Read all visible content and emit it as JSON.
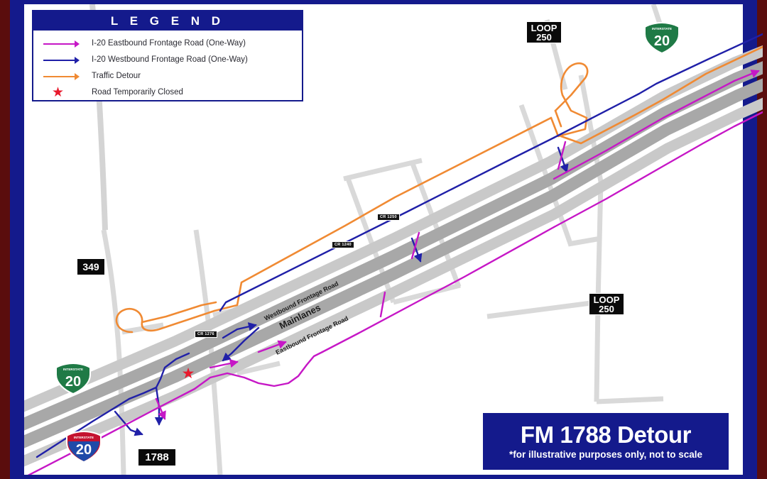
{
  "document": {
    "type": "traffic-detour-map",
    "title": "FM 1788 Detour",
    "disclaimer": "*for illustrative purposes only, not to scale"
  },
  "colors": {
    "outer_border": "#5a0d0d",
    "inner_border": "#141a8c",
    "background": "#ffffff",
    "eastbound_frontage": "#c617c6",
    "westbound_frontage": "#2020a8",
    "traffic_detour": "#f08a33",
    "road_closed_star": "#e8192c",
    "mainlane_fill": "#a8a8a8",
    "frontage_fill": "#c9c9c9",
    "local_road": "#d6d6d6"
  },
  "legend": {
    "title": "L E G E N D",
    "items": [
      {
        "label": "I-20 Eastbound Frontage Road (One-Way)",
        "color": "#c617c6",
        "symbol": "arrow-line"
      },
      {
        "label": "I-20 Westbound Frontage Road (One-Way)",
        "color": "#2020a8",
        "symbol": "arrow-line"
      },
      {
        "label": "Traffic Detour",
        "color": "#f08a33",
        "symbol": "arrow-line"
      },
      {
        "label": "Road Temporarily Closed",
        "color": "#e8192c",
        "symbol": "star"
      }
    ]
  },
  "road_labels": [
    {
      "name": "Westbound Frontage Road",
      "text": "Westbound Frontage Road"
    },
    {
      "name": "Mainlanes",
      "text": "Mainlanes"
    },
    {
      "name": "Eastbound Frontage Road",
      "text": "Eastbound Frontage Road"
    }
  ],
  "markers": {
    "loop250_north": {
      "line1": "LOOP",
      "line2": "250"
    },
    "loop250_east": {
      "line1": "LOOP",
      "line2": "250"
    },
    "interstate20_northeast": {
      "banner": "INTERSTATE",
      "number": "20"
    },
    "interstate20_west": {
      "banner": "INTERSTATE",
      "number": "20"
    },
    "interstate20_southwest": {
      "banner": "INTERSTATE",
      "number": "20"
    },
    "fm349": {
      "number": "349"
    },
    "fm1788": {
      "number": "1788"
    },
    "cr1250": {
      "text": "CR 1250"
    },
    "cr1240": {
      "text": "CR 1240"
    },
    "cr1276": {
      "text": "CR 1276"
    }
  },
  "closure": {
    "label": "Road Temporarily Closed",
    "marker": "★"
  }
}
